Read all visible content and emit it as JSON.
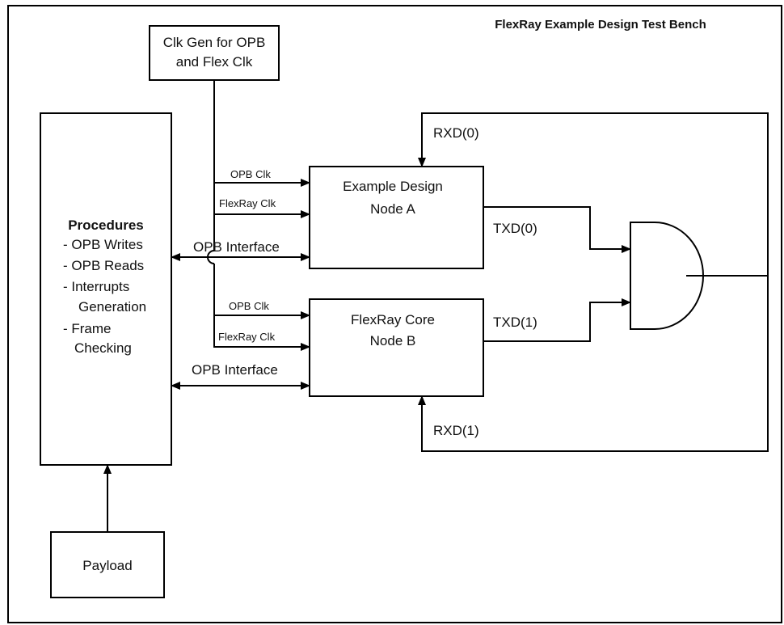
{
  "title": "FlexRay Example Design Test Bench",
  "clkgen": {
    "line1": "Clk Gen for OPB",
    "line2": "and Flex Clk"
  },
  "procedures": {
    "heading": "Procedures",
    "items": [
      "- OPB Writes",
      "- OPB Reads",
      "- Interrupts",
      "Generation",
      "- Frame",
      "Checking"
    ]
  },
  "payload": "Payload",
  "node_a": {
    "line1": "Example Design",
    "line2": "Node A"
  },
  "node_b": {
    "line1": "FlexRay Core",
    "line2": "Node B"
  },
  "signals": {
    "opb_clk": "OPB Clk",
    "flexray_clk": "FlexRay Clk",
    "opb_interface": "OPB Interface",
    "rxd0": "RXD(0)",
    "rxd1": "RXD(1)",
    "txd0": "TXD(0)",
    "txd1": "TXD(1)"
  },
  "colors": {
    "line": "#000000",
    "background": "#ffffff"
  }
}
